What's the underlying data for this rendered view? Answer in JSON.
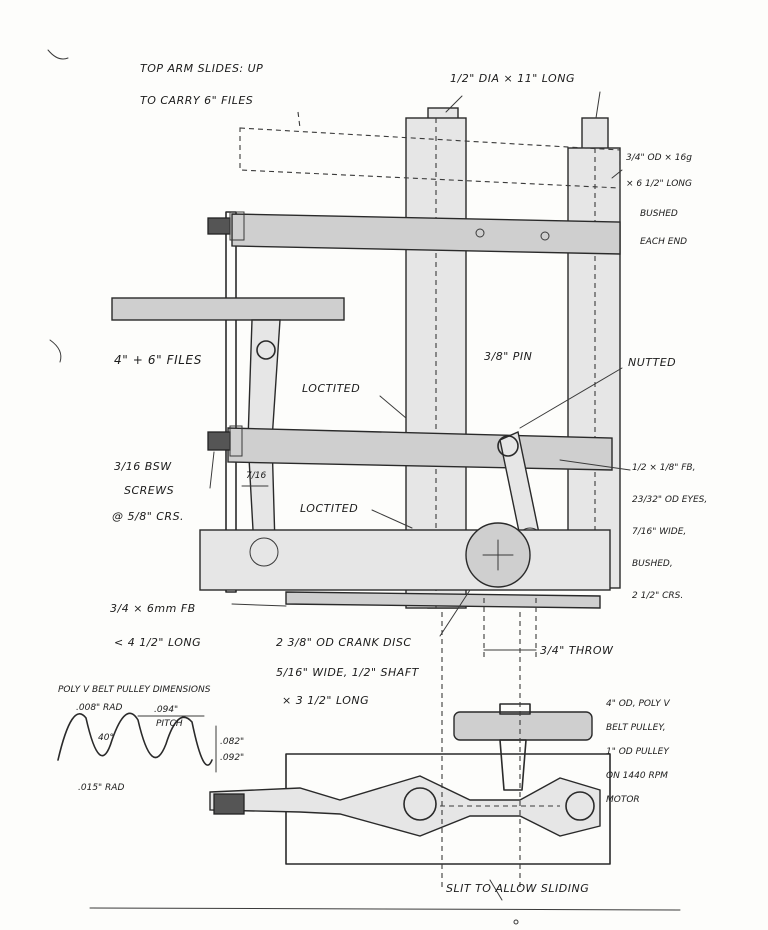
{
  "notes": {
    "top_arm": [
      "TOP ARM SLIDES: UP",
      "TO CARRY 6\" FILES"
    ],
    "rod_dia": "1/2\" DIA × 11\" LONG",
    "tube": [
      "3/4\" OD × 16g",
      "× 6 1/2\" LONG",
      "BUSHED",
      "EACH END"
    ],
    "files": "4\" + 6\" FILES",
    "pin": "3/8\" PIN",
    "nutted": "NUTTED",
    "loctited_1": "LOCTITED",
    "loctited_2": "LOCTITED",
    "screws": [
      "3/16 BSW",
      "SCREWS",
      "@ 5/8\" CRS."
    ],
    "gap": "7/16",
    "flat_bar": [
      "1/2 × 1/8\" FB,",
      "23/32\" OD EYES,",
      "7/16\" WIDE,",
      "BUSHED,",
      "2 1/2\" CRS."
    ],
    "fb_6mm": [
      "3/4 × 6mm FB",
      "< 4 1/2\" LONG"
    ],
    "crank_disc": [
      "2 3/8\" OD CRANK DISC",
      "5/16\" WIDE, 1/2\" SHAFT",
      "× 3 1/2\" LONG"
    ],
    "throw": "3/4\" THROW",
    "pulley_title": "POLY V BELT PULLEY DIMENSIONS",
    "pulley_dims": {
      "rad_top": ".008\" RAD",
      "pitch": ".094\"",
      "pitch_word": "PITCH",
      "angle": "40°",
      "depth_1": ".082\"",
      "depth_2": ".092\"",
      "rad_bottom": ".015\" RAD"
    },
    "motor": [
      "4\" OD, POLY V",
      "BELT PULLEY,",
      "1\" OD PULLEY",
      "ON 1440 RPM",
      "MOTOR"
    ],
    "slit": "SLIT TO ALLOW SLIDING"
  }
}
